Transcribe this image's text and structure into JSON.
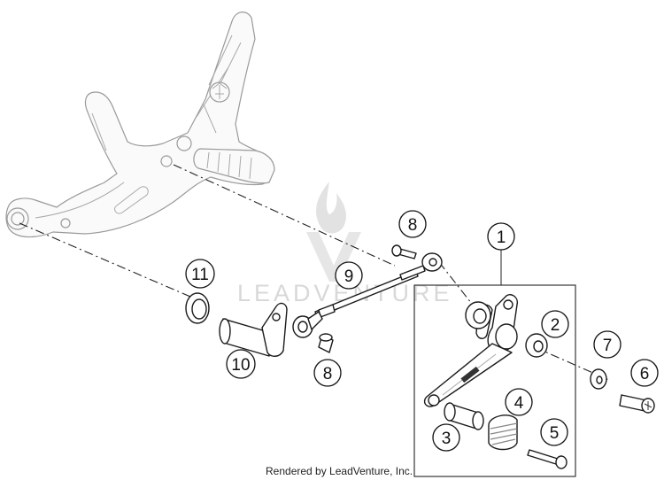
{
  "callouts": [
    {
      "id": "1",
      "label": "1"
    },
    {
      "id": "2",
      "label": "2"
    },
    {
      "id": "3",
      "label": "3"
    },
    {
      "id": "4",
      "label": "4"
    },
    {
      "id": "5",
      "label": "5"
    },
    {
      "id": "6",
      "label": "6"
    },
    {
      "id": "7",
      "label": "7"
    },
    {
      "id": "8a",
      "label": "8"
    },
    {
      "id": "8b",
      "label": "8"
    },
    {
      "id": "9",
      "label": "9"
    },
    {
      "id": "10",
      "label": "10"
    },
    {
      "id": "11",
      "label": "11"
    }
  ],
  "watermark": {
    "text": "LEADVENTURE"
  },
  "footer": {
    "credit": "Rendered by LeadVenture, Inc."
  }
}
